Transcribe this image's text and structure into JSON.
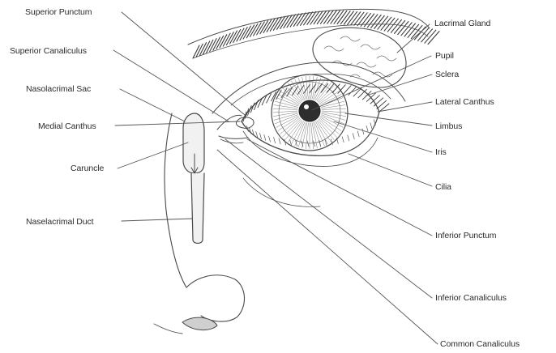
{
  "diagram": {
    "labels": {
      "superior_punctum": "Superior Punctum",
      "superior_canaliculus": "Superior Canaliculus",
      "nasolacrimal_sac": "Nasolacrimal Sac",
      "medial_canthus": "Medial Canthus",
      "caruncle": "Caruncle",
      "nasolacrimal_duct": "Naselacrimal Duct",
      "lacrimal_gland": "Lacrimal Gland",
      "pupil": "Pupil",
      "sclera": "Sclera",
      "lateral_canthus": "Lateral Canthus",
      "limbus": "Limbus",
      "iris": "Iris",
      "cilia": "Cilia",
      "inferior_punctum": "Inferior Punctum",
      "inferior_canaliculus": "Inferior Canaliculus",
      "common_canaliculus": "Common Canaliculus"
    }
  }
}
